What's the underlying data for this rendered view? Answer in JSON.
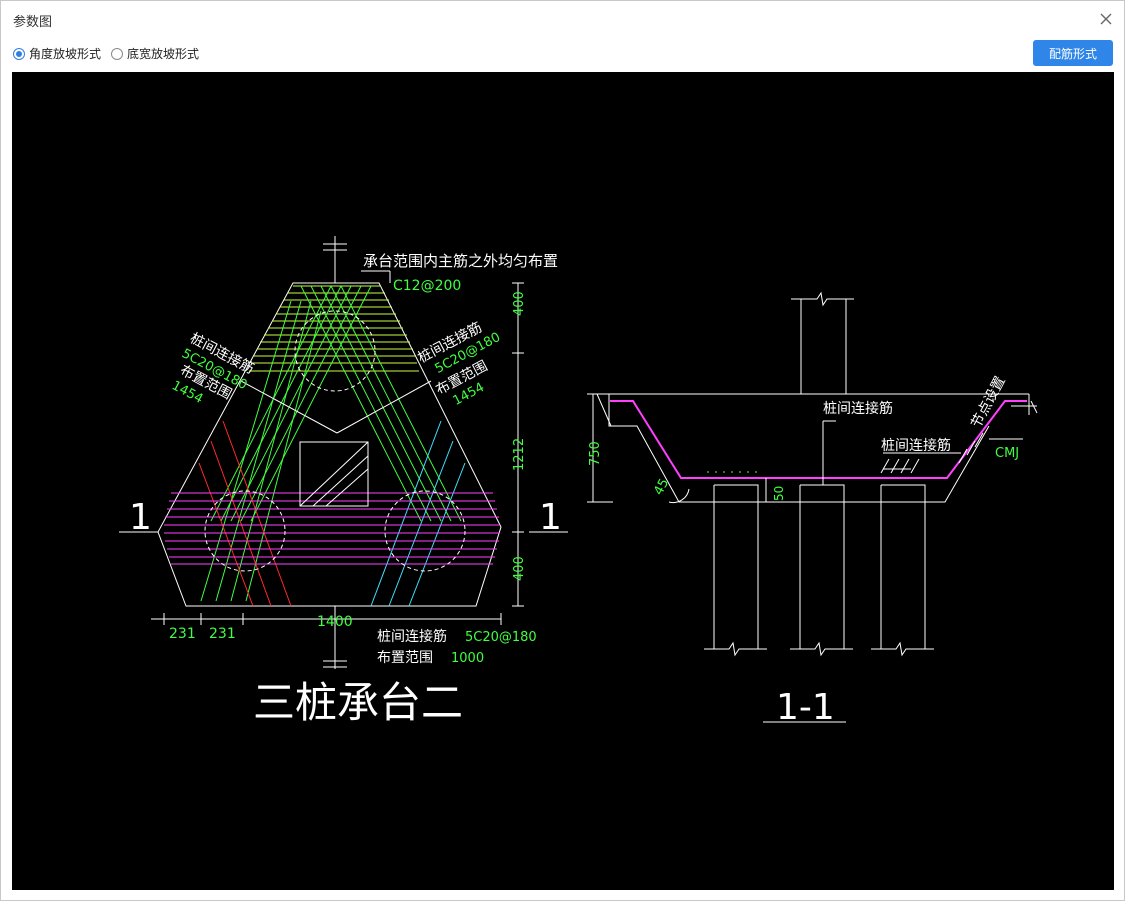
{
  "window": {
    "title": "参数图"
  },
  "toolbar": {
    "radio_angle": "角度放坡形式",
    "radio_width": "底宽放坡形式",
    "rebar_button": "配筋形式"
  },
  "plan": {
    "top_note": "承台范围内主筋之外均匀布置",
    "top_rebar": "C12@200",
    "left_label1": "桩间连接筋",
    "left_label2": "5C20@180",
    "left_label3": "布置范围",
    "left_label4": "1454",
    "right_label1": "桩间连接筋",
    "right_label2": "5C20@180",
    "right_label3": "布置范围",
    "right_label4": "1454",
    "dim_top": "400",
    "dim_mid": "1212",
    "dim_bot": "400",
    "dim_b1": "231",
    "dim_b2": "231",
    "dim_b3": "1400",
    "bottom_label1": "桩间连接筋",
    "bottom_rebar": "5C20@180",
    "bottom_label2": "布置范围",
    "bottom_range": "1000",
    "section_mark_left": "1",
    "section_mark_right": "1",
    "caption": "三桩承台二"
  },
  "section": {
    "label_center": "桩间连接筋",
    "label_right": "桩间连接筋",
    "node_note": "节点设置",
    "cmj": "CMJ",
    "dim_750": "750",
    "dim_50": "50",
    "angle": "45",
    "caption": "1-1"
  }
}
